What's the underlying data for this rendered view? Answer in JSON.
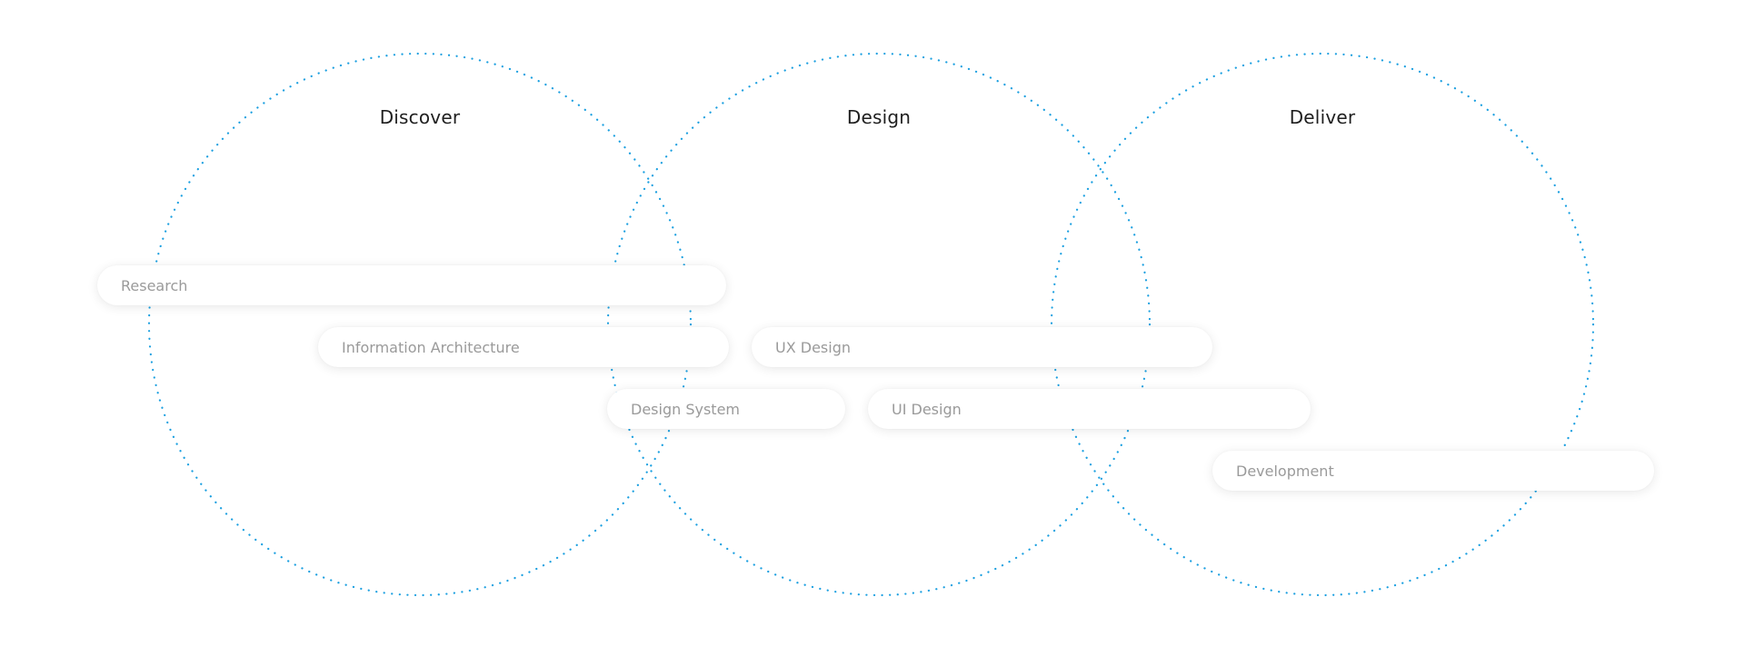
{
  "colors": {
    "circle_stroke": "#1a9fe0",
    "pill_text": "#9a9a9a",
    "title_text": "#1f1f1f"
  },
  "phases": [
    {
      "title": "Discover"
    },
    {
      "title": "Design"
    },
    {
      "title": "Deliver"
    }
  ],
  "pills": [
    {
      "label": "Research"
    },
    {
      "label": "Information Architecture"
    },
    {
      "label": "UX Design"
    },
    {
      "label": "Design System"
    },
    {
      "label": "UI Design"
    },
    {
      "label": "Development"
    }
  ]
}
